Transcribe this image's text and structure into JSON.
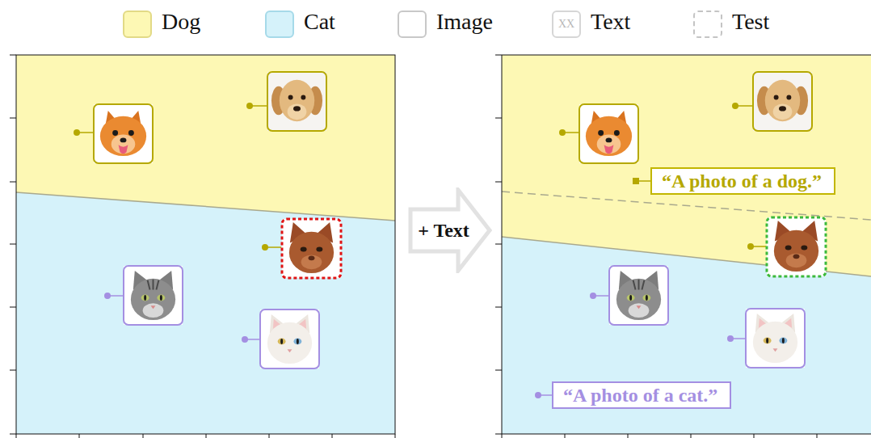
{
  "diagram": {
    "nodes": [
      {
        "text": [
          "+ Text"
        ]
      },
      {
        "text": [
          "“A photo of a dog.”"
        ]
      },
      {
        "text": [
          "“A photo of a cat.”"
        ]
      }
    ],
    "labels": [
      "XX"
    ],
    "legend": [
      {
        "text": "Dog",
        "color": "#fdf8b4"
      },
      {
        "text": "Cat",
        "color": "#d5f2fa"
      },
      {
        "text": "Image"
      },
      {
        "text": "Text"
      },
      {
        "text": "Test"
      }
    ]
  }
}
